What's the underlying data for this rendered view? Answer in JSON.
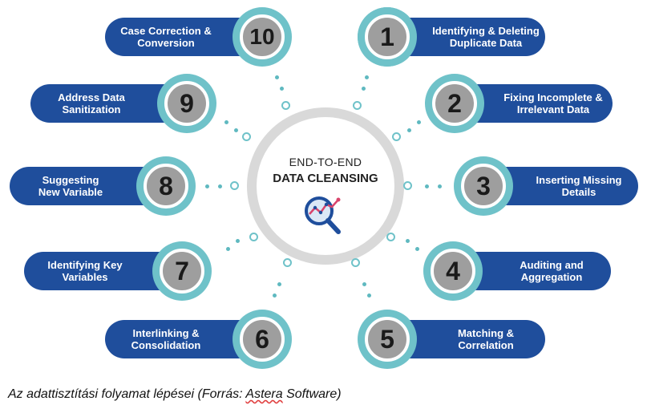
{
  "hub": {
    "line1": "END-TO-END",
    "line2": "DATA CLEANSING",
    "icon": "magnifier-chart-icon"
  },
  "steps": [
    {
      "number": "1",
      "line1": "Identifying & Deleting",
      "line2": "Duplicate Data"
    },
    {
      "number": "2",
      "line1": "Fixing Incomplete &",
      "line2": "Irrelevant Data"
    },
    {
      "number": "3",
      "line1": "Inserting Missing",
      "line2": "Details"
    },
    {
      "number": "4",
      "line1": "Auditing and",
      "line2": "Aggregation"
    },
    {
      "number": "5",
      "line1": "Matching &",
      "line2": "Correlation"
    },
    {
      "number": "6",
      "line1": "Interlinking &",
      "line2": "Consolidation"
    },
    {
      "number": "7",
      "line1": "Identifying Key",
      "line2": "Variables"
    },
    {
      "number": "8",
      "line1": "Suggesting",
      "line2": "New Variable"
    },
    {
      "number": "9",
      "line1": "Address Data",
      "line2": "Sanitization"
    },
    {
      "number": "10",
      "line1": "Case Correction &",
      "line2": "Conversion"
    }
  ],
  "caption": {
    "prefix": "Az adattisztítási folyamat lépései (Forrás: ",
    "source": "Astera",
    "suffix": " Software)"
  },
  "colors": {
    "pill": "#1f4e9c",
    "badge_ring": "#6fc2c9",
    "badge_fill": "#9e9e9e",
    "hub_ring": "#d9d9d9",
    "connector": "#5fb9c0"
  }
}
